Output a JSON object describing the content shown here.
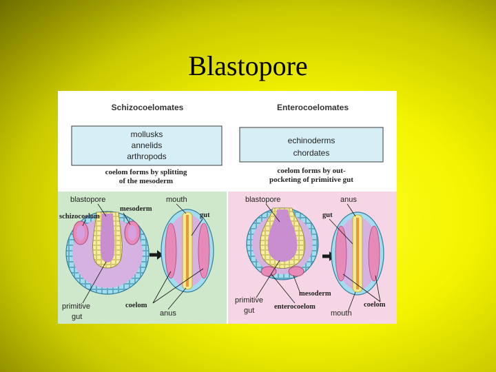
{
  "slide": {
    "title": "Blastopore"
  },
  "left": {
    "heading": "Schizocoelomates",
    "groups": [
      "mollusks",
      "annelids",
      "arthropods"
    ],
    "caption": [
      "coelom forms by splitting",
      "of the mesoderm"
    ],
    "labels": {
      "blastopore": "blastopore",
      "schizocoelom": "schizocoelom",
      "mesoderm": "mesoderm",
      "mouth": "mouth",
      "gut": "gut",
      "primitive_gut": [
        "primitive",
        "gut"
      ],
      "coelom": "coelom",
      "anus": "anus"
    }
  },
  "right": {
    "heading": "Enterocoelomates",
    "groups": [
      "echinoderms",
      "chordates"
    ],
    "caption": [
      "coelom forms by out-",
      "pocketing of primitive gut"
    ],
    "labels": {
      "blastopore": "blastopore",
      "anus": "anus",
      "gut": "gut",
      "mesoderm": "mesoderm",
      "primitive_gut": [
        "primitive",
        "gut"
      ],
      "enterocoelom": "enterocoelom",
      "mouth": "mouth",
      "coelom": "coelom"
    }
  },
  "colors": {
    "box_fill": "#d6eff7",
    "left_panel": "#cfe8cc",
    "right_panel": "#f6d6e4",
    "ectoderm": "#8ad6e8",
    "endoderm": "#f3ea9a",
    "mesoderm": "#e88ab8",
    "gut_lumen": "#d8a6d6"
  }
}
